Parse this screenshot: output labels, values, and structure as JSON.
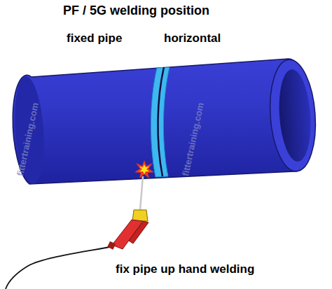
{
  "diagram": {
    "title": "PF / 5G welding position",
    "labels": [
      "fixed pipe",
      "horizontal",
      "fix pipe up hand welding",
      "fittertraining.com",
      "fittertraining.com"
    ]
  }
}
